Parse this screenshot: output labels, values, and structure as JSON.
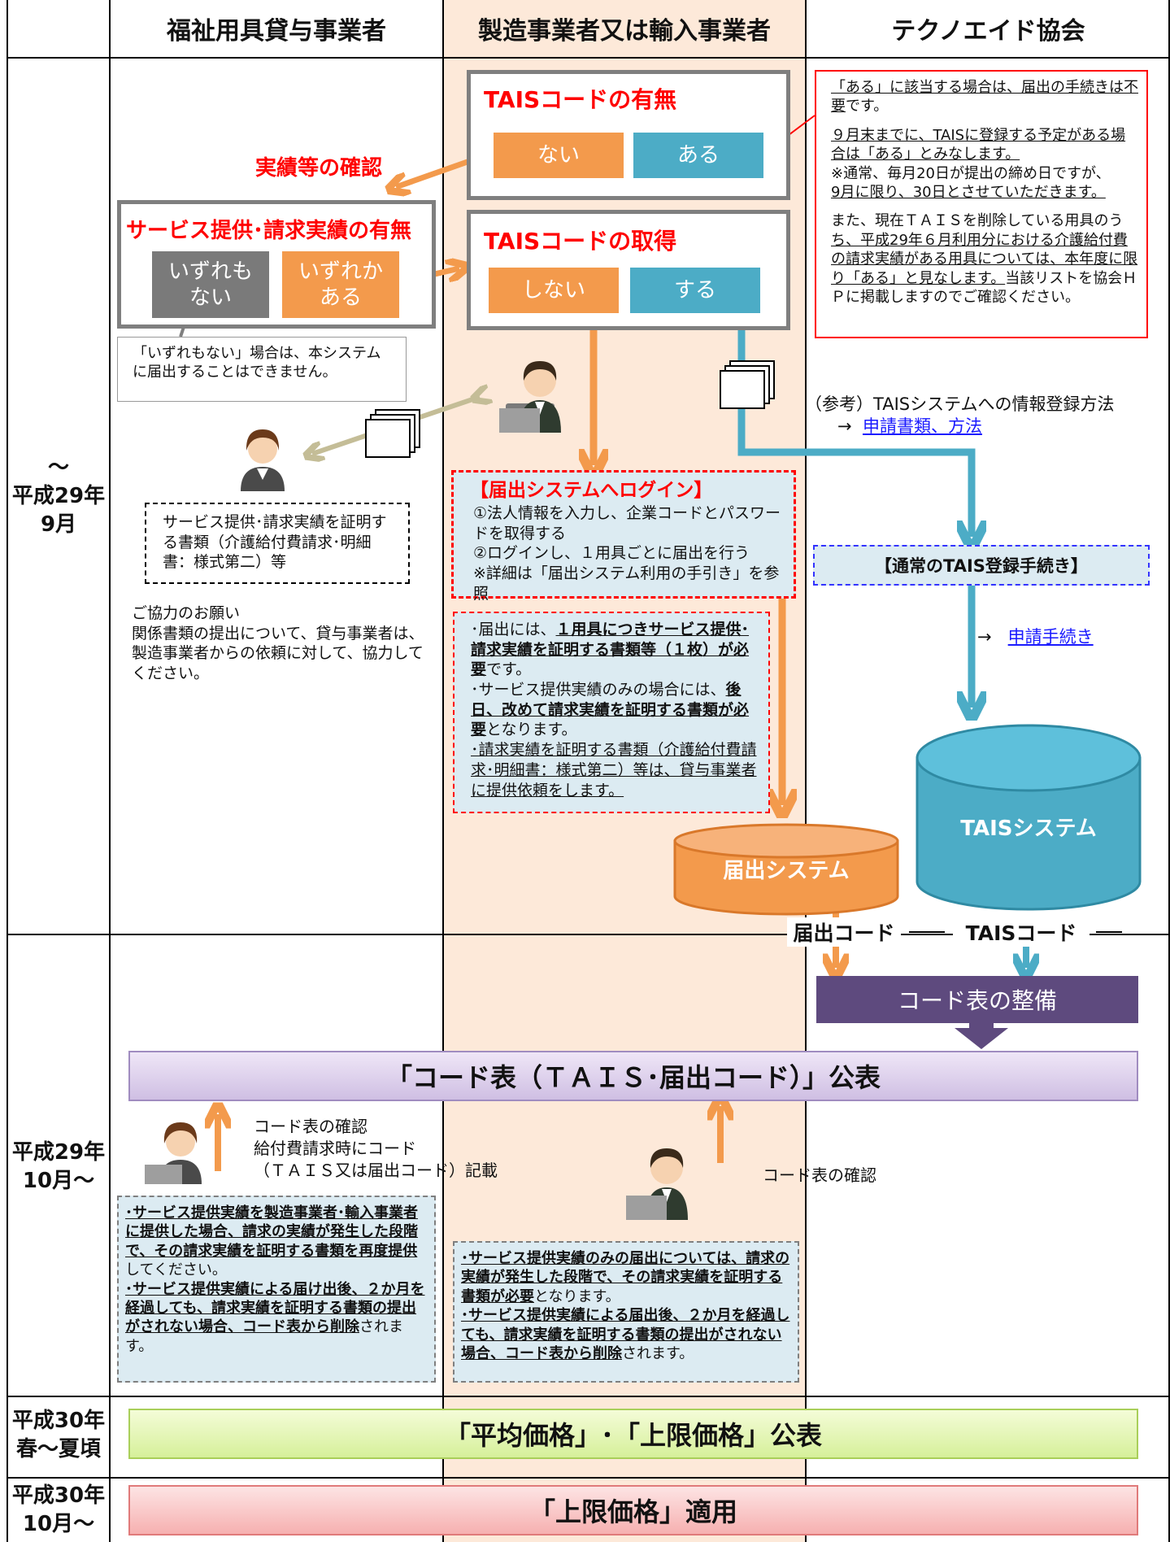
{
  "headers": {
    "col1": "福祉用具貸与事業者",
    "col2": "製造事業者又は輸入事業者",
    "col3": "テクノエイド協会"
  },
  "periods": {
    "p1_line1": "～",
    "p1_line2": "平成29年",
    "p1_line3": "9月",
    "p2_line1": "平成29年",
    "p2_line2": "10月～",
    "p3_line1": "平成30年",
    "p3_line2": "春～夏頃",
    "p4_line1": "平成30年",
    "p4_line2": "10月～"
  },
  "tais_code_box": {
    "title": "TAISコードの有無",
    "no": "ない",
    "yes": "ある"
  },
  "jisseki_confirm": "実績等の確認",
  "service_box": {
    "title": "サービス提供･請求実績の有無",
    "none_l1": "いずれも",
    "none_l2": "ない",
    "some_l1": "いずれか",
    "some_l2": "ある"
  },
  "tais_get_box": {
    "title": "TAISコードの取得",
    "no": "しない",
    "yes": "する"
  },
  "none_note": "「いずれもない」場合は、本システムに届出することはできません。",
  "red_note": {
    "p1_a": "「ある」に該当する場合は、届出の手続きは不要",
    "p1_b": "です。",
    "p2_a": "９月末までに、TAISに登録する予定がある場合は「ある」とみなします。",
    "p2_b": "※通常、毎月20日が提出の締め日ですが、",
    "p2_c": "9月に限り、30日とさせていただきます。",
    "p3_a": "また、現在ＴＡＩＳを削除している用具のう",
    "p3_b": "ち、平成29年６月利用分における介護給付費の請求実績がある用具については、本年度に限り「ある」と見なします。",
    "p3_c": "当該リストを協会ＨＰに掲載しますのでご確認ください。"
  },
  "sankou": {
    "line1": "（参考）TAISシステムへの情報登録方法",
    "arrow": "→",
    "link": "申請書類、方法"
  },
  "doc_box": "サービス提供･請求実績を証明する書類（介護給付費請求･明細書：様式第二）等",
  "kyouryoku": {
    "l1": "ご協力のお願い",
    "l2": "関係書類の提出について、貸与事業者は、製造事業者からの依頼に対して、協力してください。"
  },
  "login_box": {
    "title": "【届出システムへログイン】",
    "l1": "①法人情報を入力し、企業コードとパスワードを取得する",
    "l2": "②ログインし、１用具ごとに届出を行う",
    "l3": "※詳細は「届出システム利用の手引き」を参照"
  },
  "normal_tais": "【通常のTAIS登録手続き】",
  "shinsei": {
    "arrow": "→",
    "link": "申請手続き"
  },
  "notes_box": {
    "a1": "･届出には、",
    "a2": "１用具につきサービス提供･請求実績を証明する書類等（１枚）が必要",
    "a3": "です。",
    "b1": "･サービス提供実績のみの場合には、",
    "b2": "後日、改めて請求実績を証明する書類が必要",
    "b3": "となります。",
    "c1": "･請求実績を証明する書類（介護給付費請求･明細書：様式第二）等は、貸与事業者に提供依頼をします。"
  },
  "todokede_system": "届出システム",
  "tais_system": "TAISシステム",
  "code_labels": {
    "todokede_code": "届出コード",
    "tais_code": "TAISコード"
  },
  "code_seibi": "コード表の整備",
  "code_kouhyou": "「コード表（ＴＡＩＳ･届出コード）」公表",
  "lender_confirm": {
    "l1": "コード表の確認",
    "l2": "給付費請求時にコード",
    "l3": "（ＴＡＩＳ又は届出コード）記載"
  },
  "maker_confirm": "コード表の確認",
  "lender_note": {
    "a1": "･サービス提供実績を製造事業者･輸入事業者に提供した場合、請求の実績が発生した段階で、その請求実績を証明する書類を再度提供",
    "a2": "してください。",
    "b1": "･サービス提供実績による届け出後、２か月を経過しても、請求実績を証明する書類の提出がされない場合、コード表から削除",
    "b2": "されます。"
  },
  "maker_note": {
    "a1": "･サービス提供実績のみの届出については、請求の実績が発生した段階で、その請求実績を証明する書類が必要",
    "a2": "となります。",
    "b1": "･サービス提供実績による届出後、２か月を経過しても、請求実績を証明する書類の提出がされない場合、コード表から削除",
    "b2": "されます。"
  },
  "price_publish": "「平均価格」･「上限価格」公表",
  "price_apply": "「上限価格」適用",
  "colors": {
    "orange": "#f39a4c",
    "teal": "#4cacc6",
    "gray": "#7a7a7a",
    "purple": "#5e4a7e",
    "col2_bg": "#fde9d9",
    "red": "#ff0000",
    "blue_dash": "#3333ff"
  }
}
